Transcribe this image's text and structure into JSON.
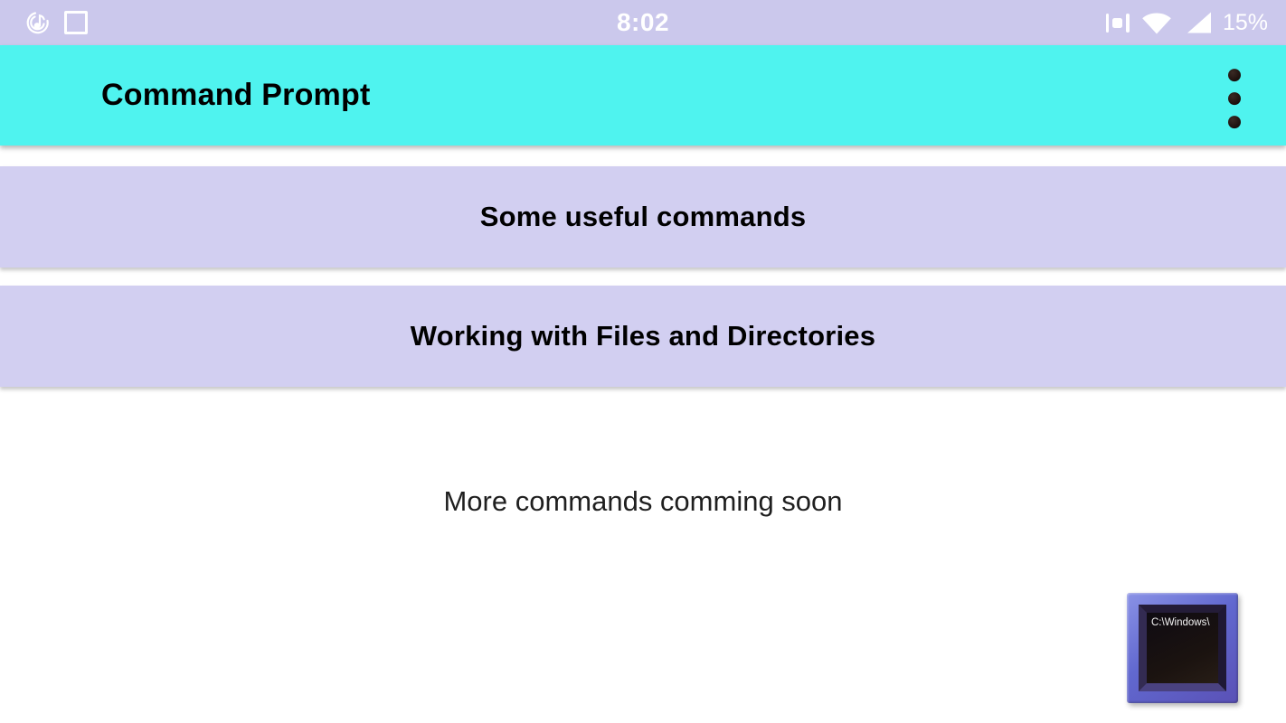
{
  "status_bar": {
    "time": "8:02",
    "battery_percent": "15%"
  },
  "app_bar": {
    "title": "Command Prompt"
  },
  "menu_rows": [
    {
      "label": "Some useful commands"
    },
    {
      "label": "Working with Files and Directories"
    }
  ],
  "content": {
    "coming_soon": "More commands comming soon"
  },
  "app_icon": {
    "screen_text": "C:\\Windows\\"
  },
  "colors": {
    "status_bar_bg": "#cbc8ec",
    "app_bar_bg": "#4ff3ef",
    "row_bg": "#d2cff1",
    "text_color": "#000000"
  }
}
